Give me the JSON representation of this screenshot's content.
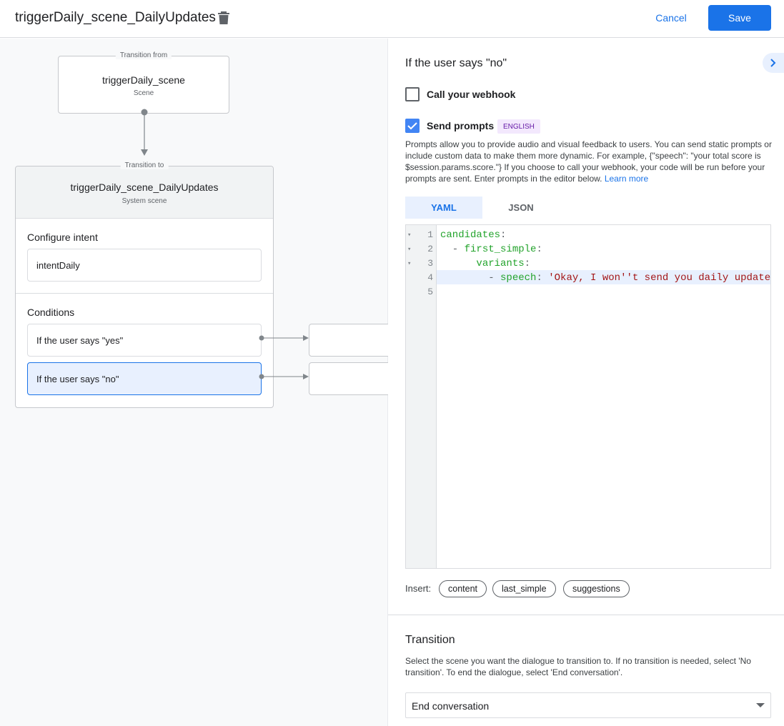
{
  "header": {
    "title": "triggerDaily_scene_DailyUpdates",
    "cancel_label": "Cancel",
    "save_label": "Save",
    "colors": {
      "accent": "#1a73e8"
    }
  },
  "canvas": {
    "from_node": {
      "legend": "Transition from",
      "name": "triggerDaily_scene",
      "type": "Scene"
    },
    "to_node": {
      "legend": "Transition to",
      "name": "triggerDaily_scene_DailyUpdates",
      "type": "System scene",
      "intent_heading": "Configure intent",
      "intent": "intentDaily",
      "conditions_heading": "Conditions",
      "conditions": [
        {
          "label": "If the user says \"yes\"",
          "selected": false
        },
        {
          "label": "If the user says \"no\"",
          "selected": true
        }
      ]
    }
  },
  "panel": {
    "title": "If the user says \"no\"",
    "webhook": {
      "label": "Call your webhook",
      "checked": false
    },
    "prompts": {
      "label": "Send prompts",
      "checked": true,
      "badge": "ENGLISH",
      "description": "Prompts allow you to provide audio and visual feedback to users. You can send static prompts or include custom data to make them more dynamic. For example, {\"speech\": \"your total score is $session.params.score.\"} If you choose to call your webhook, your code will be run before your prompts are sent. Enter prompts in the editor below.",
      "learn_more": "Learn more"
    },
    "tabs": [
      {
        "label": "YAML",
        "active": true
      },
      {
        "label": "JSON",
        "active": false
      }
    ],
    "editor": {
      "line_numbers": [
        "1",
        "2",
        "3",
        "4",
        "5"
      ],
      "lines": [
        [
          {
            "t": "candidates",
            "c": "k"
          },
          {
            "t": ":",
            "c": "p"
          }
        ],
        [
          {
            "t": "  - ",
            "c": "p"
          },
          {
            "t": "first_simple",
            "c": "k"
          },
          {
            "t": ":",
            "c": "p"
          }
        ],
        [
          {
            "t": "      ",
            "c": "p"
          },
          {
            "t": "variants",
            "c": "k"
          },
          {
            "t": ":",
            "c": "p"
          }
        ],
        [
          {
            "t": "        - ",
            "c": "p"
          },
          {
            "t": "speech",
            "c": "k"
          },
          {
            "t": ": ",
            "c": "p"
          },
          {
            "t": "'Okay, I won''t send you daily updates.'",
            "c": "s"
          }
        ],
        []
      ]
    },
    "insert": {
      "label": "Insert:",
      "chips": [
        "content",
        "last_simple",
        "suggestions"
      ]
    },
    "transition": {
      "heading": "Transition",
      "description": "Select the scene you want the dialogue to transition to. If no transition is needed, select 'No transition'. To end the dialogue, select 'End conversation'.",
      "selected": "End conversation"
    }
  }
}
